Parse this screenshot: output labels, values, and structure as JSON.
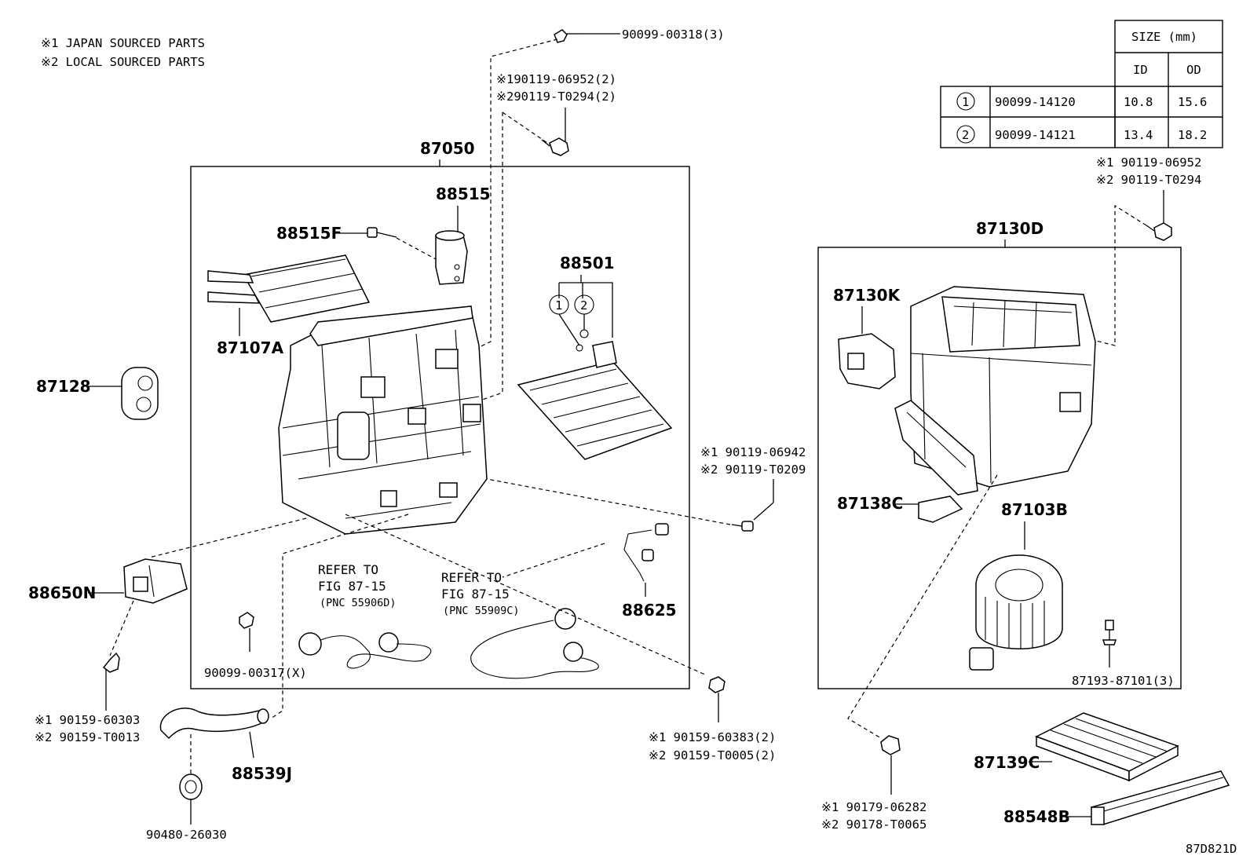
{
  "notes": {
    "n1": "※1 JAPAN SOURCED PARTS",
    "n2": "※2 LOCAL SOURCED PARTS"
  },
  "size_table": {
    "header": "SIZE (mm)",
    "col_id": "ID",
    "col_od": "OD",
    "rows": [
      {
        "no": "1",
        "part": "90099-14120",
        "id": "10.8",
        "od": "15.6"
      },
      {
        "no": "2",
        "part": "90099-14121",
        "id": "13.4",
        "od": "18.2"
      }
    ]
  },
  "labels": {
    "p87050": "87050",
    "p88515": "88515",
    "p88515F": "88515F",
    "p88501": "88501",
    "p87107A": "87107A",
    "p87128": "87128",
    "p88650N": "88650N",
    "p88625": "88625",
    "p88539J": "88539J",
    "p87130D": "87130D",
    "p87130K": "87130K",
    "p87138C": "87138C",
    "p87103B": "87103B",
    "p87139C": "87139C",
    "p88548B": "88548B",
    "circle1": "1",
    "circle2": "2"
  },
  "fasteners": {
    "top_bolt": "90099-00318(3)",
    "top_clip_1": "※190119-06952(2)",
    "top_clip_2": "※290119-T0294(2)",
    "right_clip_1": "※1 90119-06952",
    "right_clip_2": "※2 90119-T0294",
    "mid_screw_1": "※1 90119-06942",
    "mid_screw_2": "※2 90119-T0209",
    "inner_bolt": "90099-00317(X)",
    "left_screw_1": "※1 90159-60303",
    "left_screw_2": "※2 90159-T0013",
    "bottom_screw_1": "※1  90159-60383(2)",
    "bottom_screw_2": "※2  90159-T0005(2)",
    "grommet": "90480-26030",
    "blower_screw": "87193-87101(3)",
    "blower_clip_1": "※1 90179-06282",
    "blower_clip_2": "※2 90178-T0065"
  },
  "refers": {
    "r1_line1": "REFER TO",
    "r1_line2": "FIG 87-15",
    "r1_line3": "(PNC 55906D)",
    "r2_line1": "REFER TO",
    "r2_line2": "FIG 87-15",
    "r2_line3": "(PNC 55909C)"
  },
  "diagram_code": "87D821D"
}
